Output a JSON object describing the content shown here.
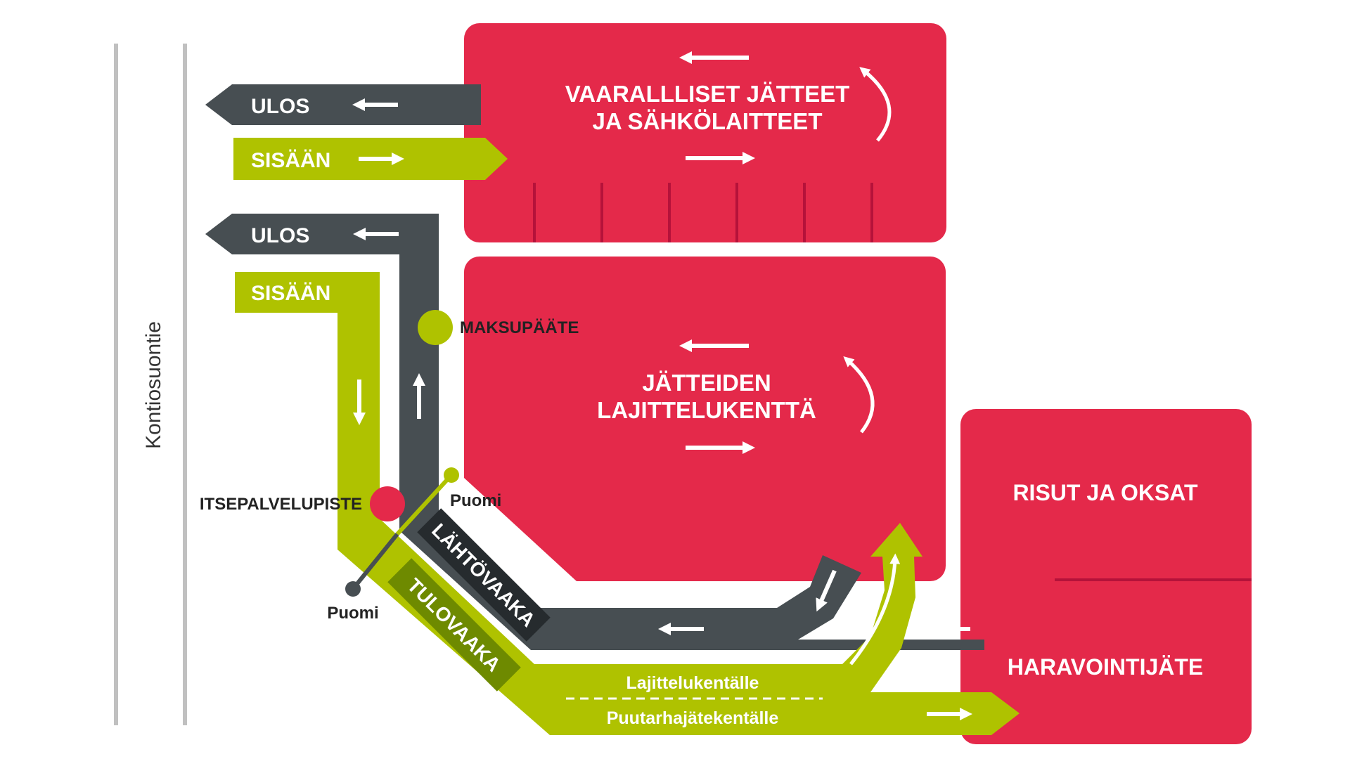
{
  "colors": {
    "zone": "#e4294a",
    "zone_dark_line": "#b5123a",
    "lane_in": "#afc200",
    "lane_out": "#474e52",
    "scale_in_label_bg": "#6e8a00",
    "scale_out_label_bg": "#262b2e",
    "road_line": "#c0c0c0",
    "arrow": "#ffffff"
  },
  "road": {
    "name": "Kontiosuontie"
  },
  "zones": {
    "hazardous": {
      "line1": "VAARALLLISET JÄTTEET",
      "line2": "JA SÄHKÖLAITTEET"
    },
    "sorting": {
      "line1": "JÄTTEIDEN",
      "line2": "LAJITTELUKENTTÄ"
    },
    "branches": {
      "label": "RISUT JA OKSAT"
    },
    "raking": {
      "label": "HARAVOINTIJÄTE"
    }
  },
  "lanes": {
    "top_out": "ULOS",
    "top_in": "SISÄÄN",
    "mid_out": "ULOS",
    "mid_in": "SISÄÄN",
    "to_sorting": "Lajittelukentälle",
    "to_garden": "Puutarhajätekentälle"
  },
  "scales": {
    "departure": "LÄHTÖVAAKA",
    "arrival": "TULOVAAKA"
  },
  "points": {
    "payment": "MAKSUPÄÄTE",
    "self_service": "ITSEPALVELUPISTE",
    "barrier_upper": "Puomi",
    "barrier_lower": "Puomi"
  },
  "icons": [
    "arrow-left-icon",
    "arrow-right-icon",
    "arrow-up-icon",
    "arrow-down-icon",
    "rotate-arrow-icon",
    "barrier-icon"
  ]
}
